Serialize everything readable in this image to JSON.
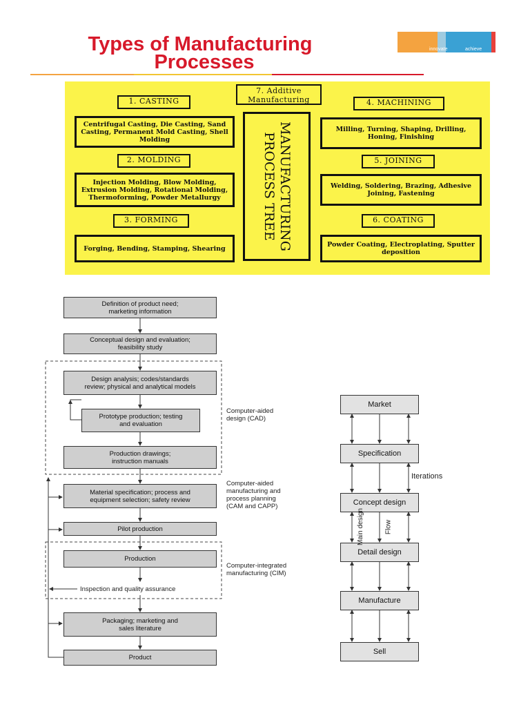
{
  "header": {
    "title_line1": "Types of Manufacturing",
    "title_line2": "Processes",
    "logo_left": "innovate",
    "logo_right": "achieve",
    "colors": {
      "title": "#d7192a",
      "logo_orange": "#f4a340",
      "logo_blue": "#3aa1d4",
      "logo_red": "#e8413b"
    }
  },
  "tree": {
    "center_title": "MANUFACTURING PROCESS TREE",
    "categories": [
      {
        "label": "1. CASTING",
        "items": "Centrifugal Casting, Die Casting, Sand Casting, Permanent Mold Casting, Shell Molding"
      },
      {
        "label": "2. MOLDING",
        "items": "Injection Molding, Blow Molding, Extrusion Molding, Rotational Molding, Thermoforming, Powder Metallurgy"
      },
      {
        "label": "3. FORMING",
        "items": "Forging, Bending, Stamping, Shearing"
      },
      {
        "label": "4. MACHINING",
        "items": "Milling, Turning, Shaping, Drilling, Honing, Finishing"
      },
      {
        "label": "5. JOINING",
        "items": "Welding, Soldering, Brazing, Adhesive Joining, Fastening"
      },
      {
        "label": "6. COATING",
        "items": "Powder Coating, Electroplating, Sputter deposition"
      },
      {
        "label_line1": "7. Additive",
        "label_line2": "Manufacturing"
      }
    ],
    "background": "#fbf34a"
  },
  "flow_left": {
    "steps": [
      {
        "l1": "Definition of product need;",
        "l2": "marketing information"
      },
      {
        "l1": "Conceptual design and evaluation;",
        "l2": "feasibility study"
      },
      {
        "l1": "Design analysis; codes/standards",
        "l2": "review; physical and analytical models"
      },
      {
        "l1": "Prototype production; testing",
        "l2": "and evaluation"
      },
      {
        "l1": "Production drawings;",
        "l2": "instruction manuals"
      },
      {
        "l1": "Material specification; process and",
        "l2": "equipment selection; safety review"
      },
      {
        "l1": "Pilot production"
      },
      {
        "l1": "Production"
      },
      {
        "l1": "Inspection and quality assurance"
      },
      {
        "l1": "Packaging; marketing and",
        "l2": "sales literature"
      },
      {
        "l1": "Product"
      }
    ],
    "annotations": {
      "cad": [
        "Computer-aided",
        "design (CAD)"
      ],
      "cam": [
        "Computer-aided",
        "manufacturing and",
        "process planning",
        "(CAM and CAPP)"
      ],
      "cim": [
        "Computer-integrated",
        "manufacturing (CIM)"
      ]
    }
  },
  "flow_right": {
    "steps": [
      "Market",
      "Specification",
      "Concept design",
      "Detail design",
      "Manufacture",
      "Sell"
    ],
    "iterations_label": "Iterations",
    "main_design_label": "Main design",
    "flow_label": "Flow"
  }
}
